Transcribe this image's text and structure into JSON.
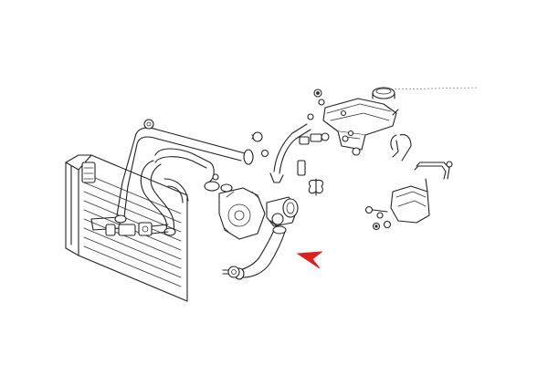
{
  "diagram": {
    "parts": [
      "radiator",
      "upper-radiator-hose",
      "lower-radiator-hose",
      "heater-hose",
      "thermostat-housing",
      "water-pump",
      "coolant-reservoir",
      "reservoir-cap",
      "overflow-hose",
      "auxiliary-tank",
      "hose-clamp",
      "bleed-screw"
    ],
    "highlight": {
      "part": "lower-radiator-hose",
      "pointer_color": "#e0201a"
    },
    "line_color": "#222222",
    "background_color": "#ffffff"
  }
}
